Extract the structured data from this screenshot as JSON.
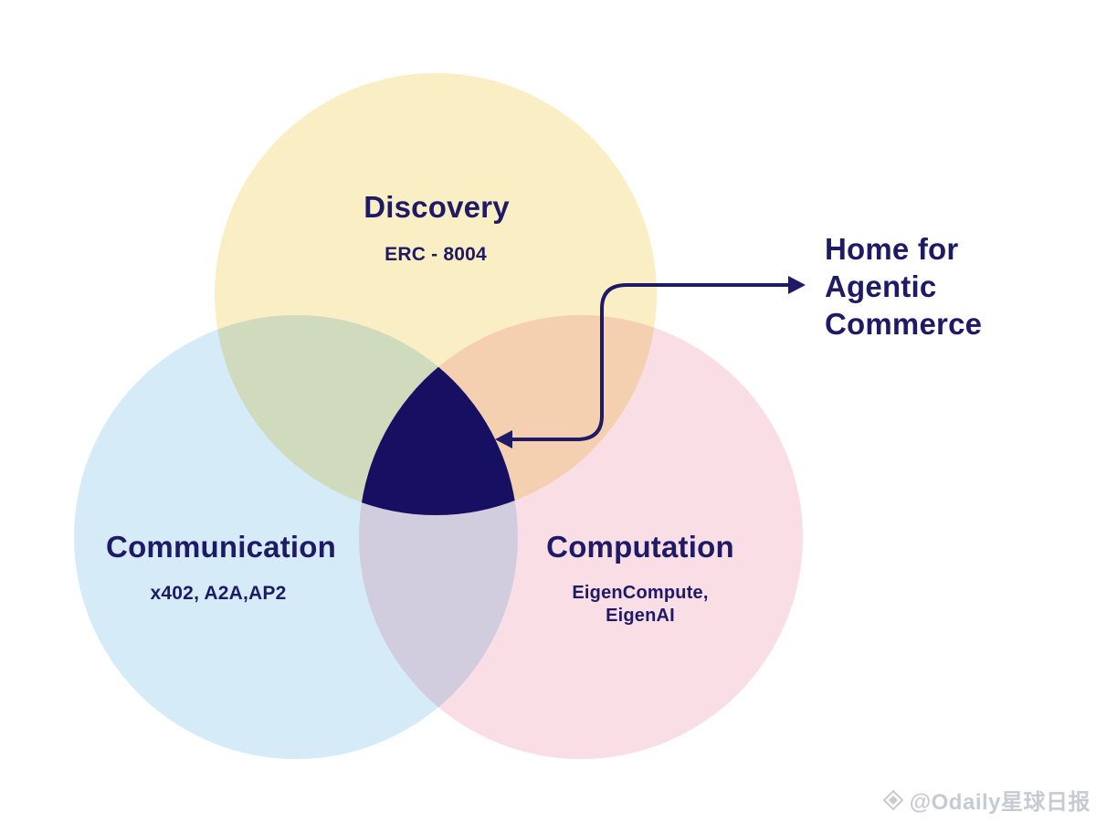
{
  "diagram": {
    "type": "venn-3",
    "colors": {
      "discovery": "#F9EEC4",
      "communication": "#D5EBF8",
      "computation": "#FADEE5",
      "center": "#170F62",
      "ink": "#1E1A66"
    },
    "sets": [
      {
        "id": "discovery",
        "label": "Discovery",
        "sublabel": "ERC - 8004"
      },
      {
        "id": "communication",
        "label": "Communication",
        "sublabel": "x402, A2A,AP2"
      },
      {
        "id": "computation",
        "label": "Computation",
        "sublabel": "EigenCompute,\nEigenAI"
      }
    ],
    "annotation": {
      "text": "Home for\nAgentic\nCommerce"
    }
  },
  "watermark": {
    "text": "@Odaily星球日报"
  }
}
